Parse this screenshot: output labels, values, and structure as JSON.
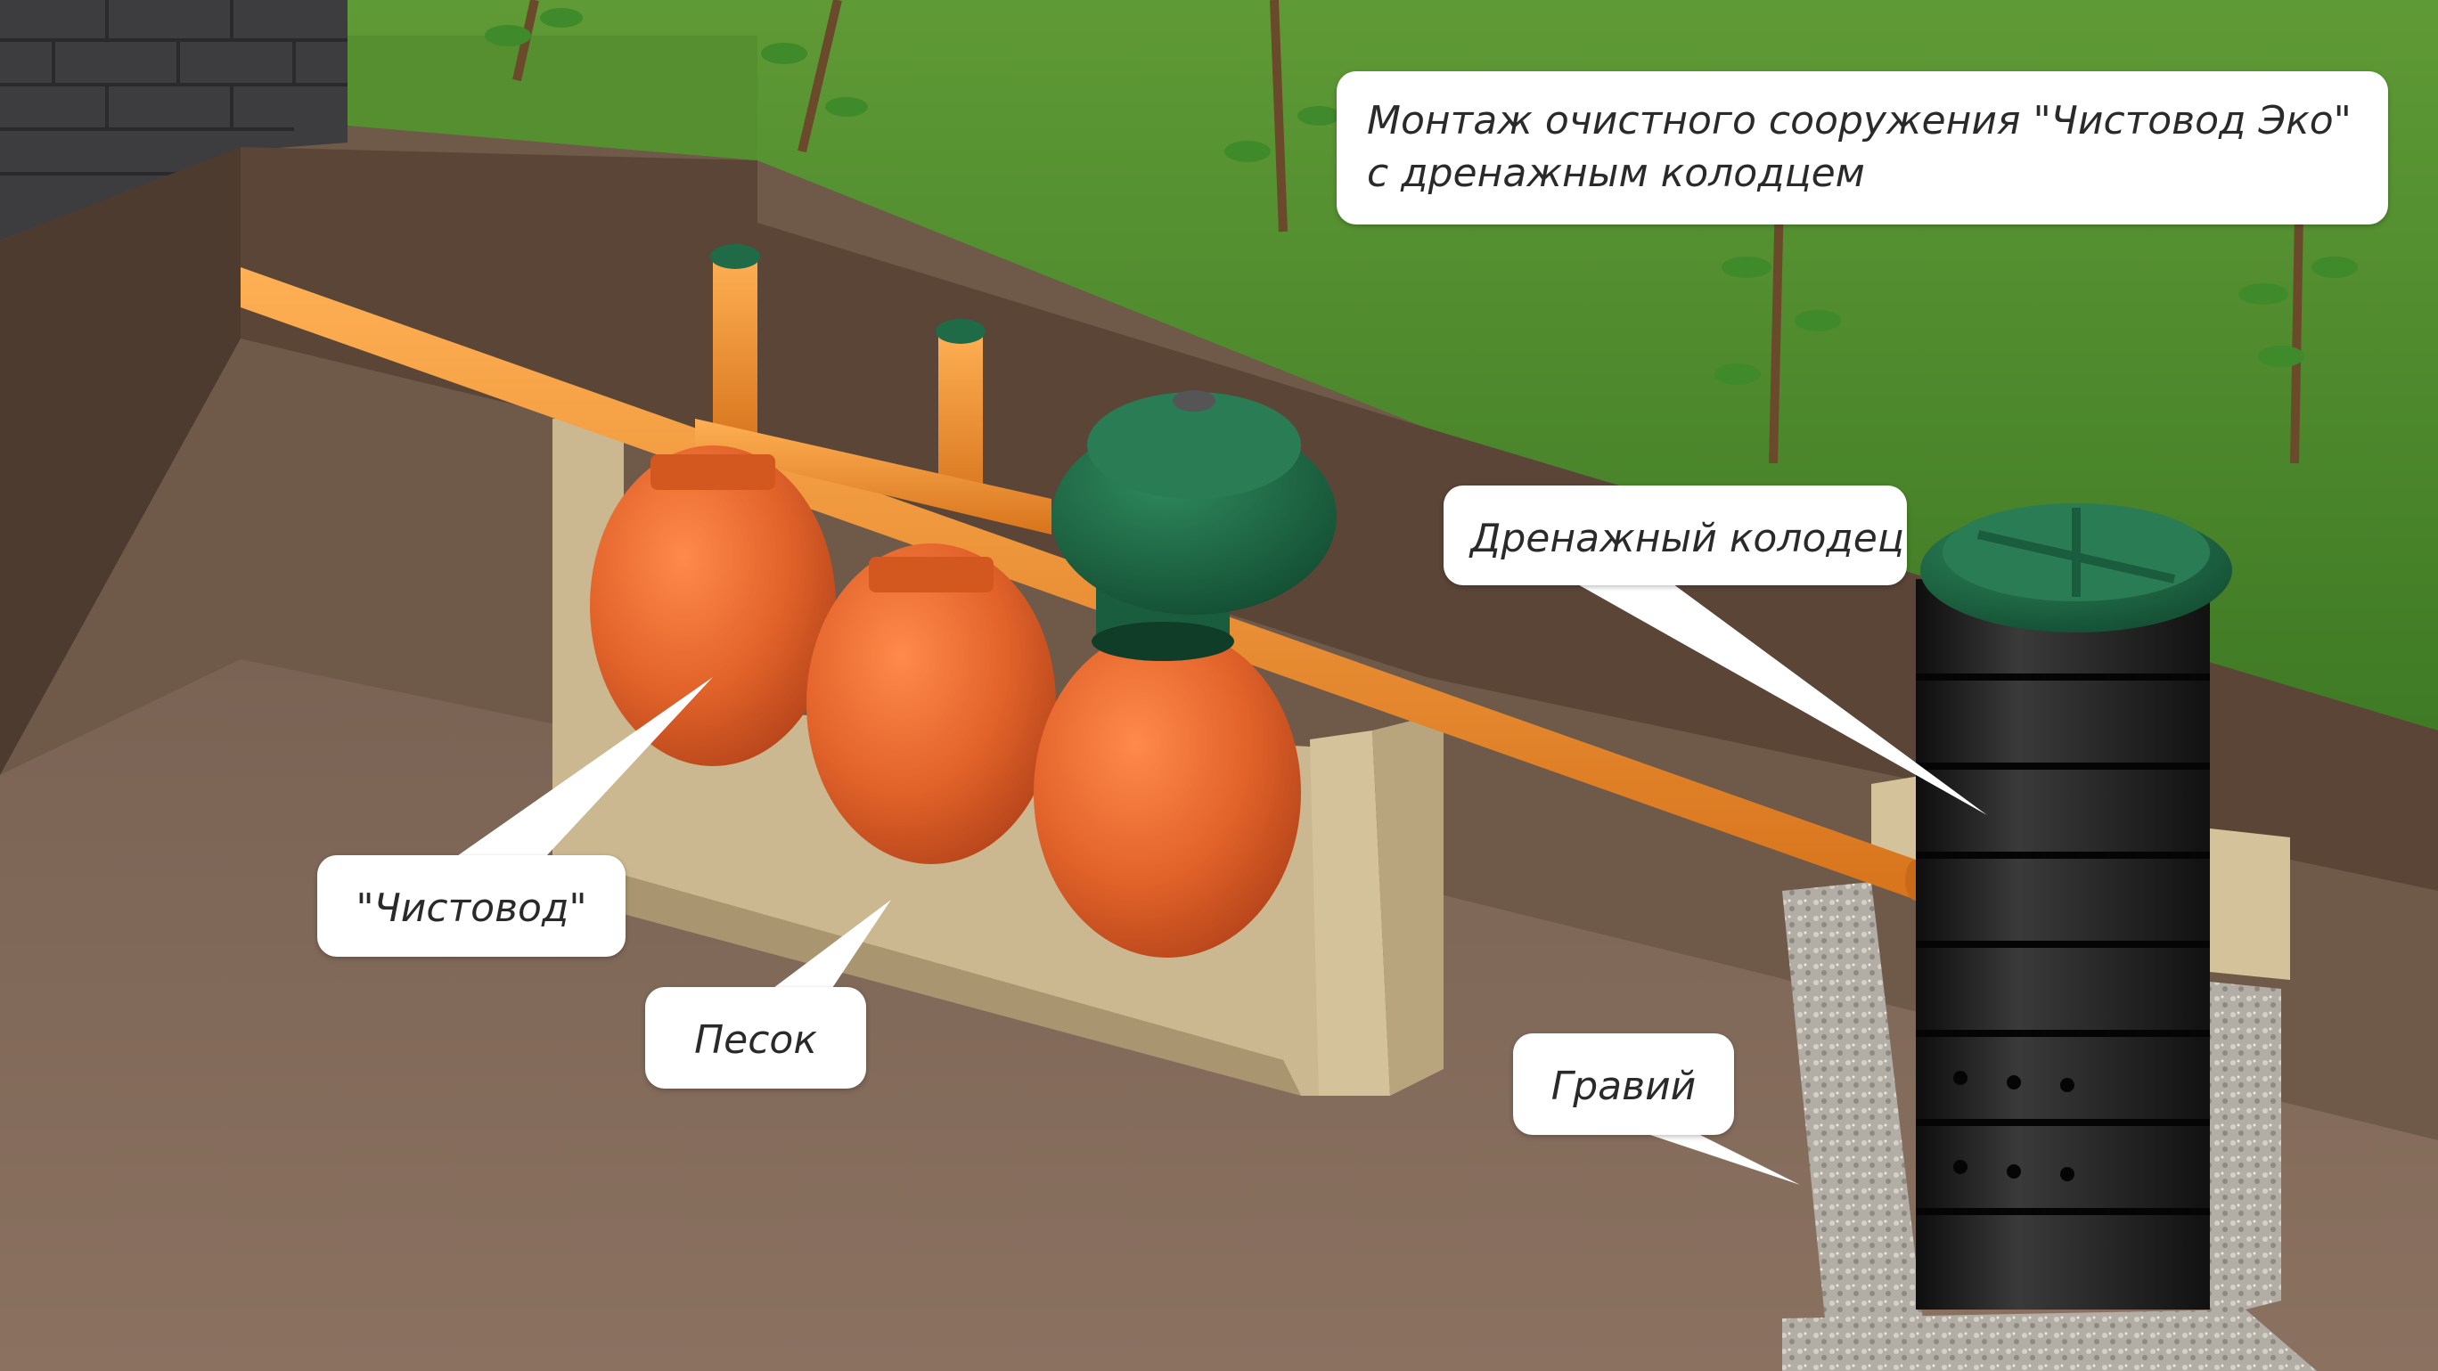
{
  "callouts": {
    "title_line1": "Монтаж очистного сооружения \"Чистовод Эко\"",
    "title_line2": "с дренажным колодцем",
    "drainage_well": "Дренажный колодец",
    "chistovod": "\"Чистовод\"",
    "sand": "Песок",
    "gravel": "Гравий"
  },
  "icons": {
    "septic_tanks": "orange-spherical-tank-icon",
    "bio_module": "green-dome-lid-icon",
    "well": "black-ribbed-well-icon",
    "pipe": "orange-pipe-icon",
    "trees": "sapling-icon"
  },
  "colors": {
    "grass": "#4f8a2e",
    "soil": "#6b5444",
    "soil_dark": "#4e3b30",
    "sand": "#cbb890",
    "gravel": "#b9b4aa",
    "tank_orange": "#e86a2c",
    "lid_green": "#1f6b48",
    "pipe_orange": "#f08a2a",
    "well_black": "#1c1c1c",
    "wall": "#3d3d40"
  }
}
